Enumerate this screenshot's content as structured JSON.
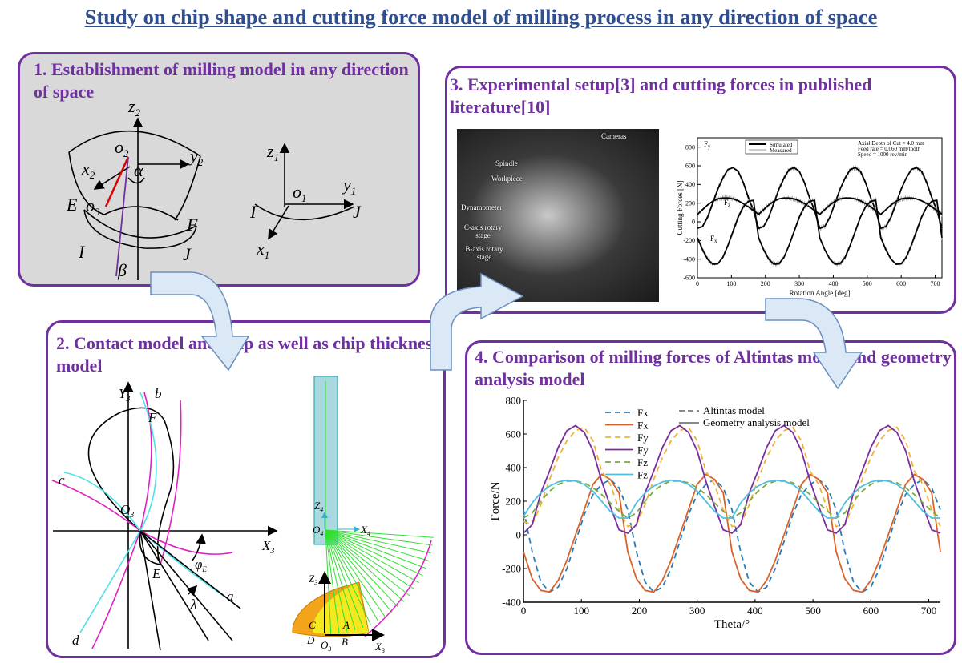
{
  "title": "Study on chip shape and cutting force model of milling process in any direction of space",
  "panels": [
    {
      "title": "1. Establishment of  milling model in any direction of space"
    },
    {
      "title": "2. Contact model and chip as well as chip thickness model"
    },
    {
      "title": "3. Experimental setup[3] and cutting forces in published literature[10]"
    },
    {
      "title": "4. Comparison of milling forces of Altintas model and geometry analysis model"
    }
  ],
  "diagram1": {
    "z2": "z",
    "y2": "y",
    "x2": "x",
    "o2": "o",
    "o3": "o",
    "alpha": "α",
    "beta": "β",
    "E": "E",
    "F": "F",
    "I": "I",
    "J": "J",
    "sub2": "2",
    "sub3": "3",
    "sub1": "1",
    "z1": "z",
    "y1": "y",
    "x1": "x",
    "o1": "o",
    "I1": "I",
    "J1": "J"
  },
  "diagram2": {
    "Y3": "Y",
    "X3": "X",
    "sub3": "3",
    "b": "b",
    "F": "F",
    "c": "c",
    "O3": "O",
    "E": "E",
    "phiE": "φ",
    "phiSub": "E",
    "a": "a",
    "lambda": "λ",
    "d": "d",
    "Z4": "Z",
    "X4": "X",
    "O4": "O",
    "sub4": "4",
    "Z3": "Z",
    "C": "C",
    "A": "A",
    "D": "D",
    "B": "B",
    "O3b": "O",
    "X3b": "X"
  },
  "photo": {
    "labels": [
      "Cameras",
      "Spindle",
      "Workpiece",
      "Dynamometer",
      "C-axis rotary stage",
      "B-axis rotary stage"
    ]
  },
  "colors": {
    "purple": "#7030a0",
    "title_blue": "#2f4f8f",
    "arrow_fill": "#dbe8f6",
    "arrow_stroke": "#6d8fbf"
  },
  "chart_data": [
    {
      "type": "line",
      "xlabel": "Rotation Angle [deg]",
      "ylabel": "Cutting Forces [N]",
      "xlim": [
        0,
        720
      ],
      "ylim": [
        -600,
        900
      ],
      "xticks": [
        "0",
        "100",
        "200",
        "300",
        "400",
        "500",
        "600",
        "700"
      ],
      "yticks": [
        "800",
        "600",
        "400",
        "200",
        "0",
        "-200",
        "-400",
        "-600"
      ],
      "legend": {
        "placement": "top-center",
        "entries": [
          "Simulated",
          "Measured"
        ]
      },
      "annotation": [
        "Axial Depth of Cut = 4.0 mm",
        "Feed rate = 0.060 mm/tooth",
        "Speed = 1000 rev/min"
      ],
      "labels": {
        "Fy": "F",
        "Fz": "F",
        "Fx": "F",
        "sy": "y",
        "sz": "z",
        "sx": "x"
      },
      "period_x": [
        0,
        15,
        30,
        45,
        60,
        75,
        90,
        105,
        120,
        135,
        150,
        165,
        180
      ],
      "periods": 4,
      "series": [
        {
          "name": "Fy",
          "values": [
            -70,
            -50,
            50,
            200,
            350,
            470,
            560,
            580,
            540,
            420,
            260,
            120,
            -70
          ]
        },
        {
          "name": "Fz",
          "values": [
            80,
            130,
            180,
            220,
            245,
            255,
            255,
            245,
            225,
            195,
            160,
            120,
            80
          ]
        },
        {
          "name": "Fx",
          "values": [
            -170,
            -300,
            -400,
            -455,
            -450,
            -380,
            -250,
            -100,
            50,
            160,
            220,
            230,
            -170
          ]
        }
      ]
    },
    {
      "type": "line",
      "xlabel": "Theta/°",
      "ylabel": "Force/N",
      "xlim": [
        0,
        720
      ],
      "ylim": [
        -400,
        800
      ],
      "xticks": [
        "0",
        "100",
        "200",
        "300",
        "400",
        "500",
        "600",
        "700"
      ],
      "yticks": [
        "800",
        "600",
        "400",
        "200",
        "0",
        "-200",
        "-400"
      ],
      "legend": {
        "placement": "top-left",
        "entries": [
          "Fx",
          "Fx",
          "Fy",
          "Fy",
          "Fz",
          "Fz"
        ],
        "style_entries": [
          "Altintas model",
          "Geometry analysis model"
        ]
      },
      "period_x": [
        0,
        15,
        30,
        45,
        60,
        75,
        90,
        105,
        120,
        135,
        150,
        165,
        180
      ],
      "periods": 4,
      "series": [
        {
          "name": "Fx",
          "model": "Altintas",
          "dash": true,
          "color": "#2a7ab8",
          "values": [
            150,
            -100,
            -280,
            -340,
            -310,
            -200,
            -40,
            120,
            240,
            300,
            330,
            280,
            150
          ]
        },
        {
          "name": "Fx",
          "model": "Geometry",
          "dash": false,
          "color": "#d9622b",
          "values": [
            -100,
            -260,
            -330,
            -340,
            -270,
            -150,
            0,
            150,
            300,
            360,
            330,
            250,
            -100
          ]
        },
        {
          "name": "Fy",
          "model": "Altintas",
          "dash": true,
          "color": "#f0b232",
          "values": [
            80,
            60,
            180,
            330,
            460,
            560,
            620,
            640,
            560,
            380,
            300,
            150,
            50
          ]
        },
        {
          "name": "Fy",
          "model": "Geometry",
          "dash": false,
          "color": "#7b2d9e",
          "values": [
            10,
            60,
            250,
            380,
            520,
            620,
            650,
            610,
            500,
            320,
            170,
            30,
            10
          ]
        },
        {
          "name": "Fz",
          "model": "Altintas",
          "dash": true,
          "color": "#77ac3c",
          "values": [
            100,
            130,
            200,
            260,
            300,
            320,
            320,
            310,
            280,
            240,
            190,
            140,
            100
          ]
        },
        {
          "name": "Fz",
          "model": "Geometry",
          "dash": false,
          "color": "#4ebfe0",
          "values": [
            110,
            190,
            250,
            290,
            315,
            325,
            320,
            300,
            260,
            200,
            140,
            100,
            100
          ]
        }
      ]
    }
  ]
}
